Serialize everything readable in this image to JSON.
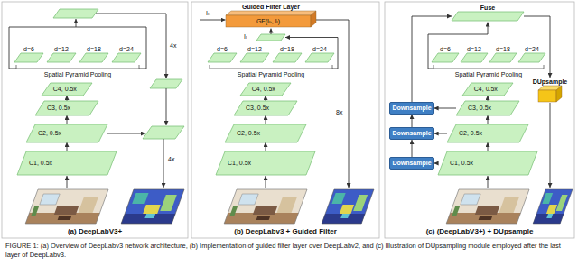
{
  "diagram": {
    "caption": "FIGURE 1: (a) Overview of DeepLabv3 network architecture, (b) Implementation of guided filter layer over DeepLabv2, and (c) Illustration of DUpsampling module employed after the last layer of DeepLabv3.",
    "nodes": [
      {
        "text": [
          "d=6"
        ]
      },
      {
        "text": [
          "d=12"
        ]
      },
      {
        "text": [
          "d=18"
        ]
      },
      {
        "text": [
          "d=24"
        ]
      },
      {
        "text": [
          "C4, 0.5x"
        ]
      },
      {
        "text": [
          "C3, 0.5x"
        ]
      },
      {
        "text": [
          "C2, 0.5x"
        ]
      },
      {
        "text": [
          "C1, 0.5x"
        ]
      },
      {
        "text": [
          "Guided Filter Layer",
          "GF(Iₕ, Iₗ)"
        ]
      },
      {
        "text": [
          "d=6"
        ]
      },
      {
        "text": [
          "d=12"
        ]
      },
      {
        "text": [
          "d=18"
        ]
      },
      {
        "text": [
          "d=24"
        ]
      },
      {
        "text": [
          "C4, 0.5x"
        ]
      },
      {
        "text": [
          "C3, 0.5x"
        ]
      },
      {
        "text": [
          "C2, 0.5x"
        ]
      },
      {
        "text": [
          "C1, 0.5x"
        ]
      },
      {
        "text": [
          "Fuse"
        ]
      },
      {
        "text": [
          "d=6"
        ]
      },
      {
        "text": [
          "d=12"
        ]
      },
      {
        "text": [
          "d=18"
        ]
      },
      {
        "text": [
          "d=24"
        ]
      },
      {
        "text": [
          "DUpsample"
        ]
      },
      {
        "text": [
          "C4, 0.5x"
        ]
      },
      {
        "text": [
          "Downsample"
        ]
      },
      {
        "text": [
          "C3, 0.5x"
        ]
      },
      {
        "text": [
          "Downsample"
        ]
      },
      {
        "text": [
          "C2, 0.5x"
        ]
      },
      {
        "text": [
          "Downsample"
        ]
      },
      {
        "text": [
          "C1, 0.5x"
        ]
      }
    ],
    "edges": [
      {
        "from": 7,
        "to": 6,
        "arrow": "to"
      },
      {
        "from": 6,
        "to": 5,
        "arrow": "to"
      },
      {
        "from": 5,
        "to": 4,
        "arrow": "to"
      },
      {
        "from": 16,
        "to": 15,
        "arrow": "to"
      },
      {
        "from": 15,
        "to": 14,
        "arrow": "to"
      },
      {
        "from": 14,
        "to": 13,
        "arrow": "to"
      },
      {
        "from": 29,
        "to": 27,
        "arrow": "to"
      },
      {
        "from": 27,
        "to": 25,
        "arrow": "to"
      },
      {
        "from": 25,
        "to": 23,
        "arrow": "to"
      },
      {
        "from": 25,
        "to": 24,
        "arrow": "to"
      },
      {
        "from": 27,
        "to": 26,
        "arrow": "to"
      },
      {
        "from": 29,
        "to": 28,
        "arrow": "to"
      },
      {
        "from": 28,
        "to": 26,
        "arrow": "to"
      },
      {
        "from": 26,
        "to": 24,
        "arrow": "to"
      },
      {
        "from": 24,
        "to": 17,
        "arrow": "to"
      },
      {
        "from": 17,
        "to": 22,
        "arrow": "to"
      }
    ],
    "labels": [
      "Spatial Pyramid Pooling",
      "4x",
      "4x",
      "(a) DeepLabV3+",
      "Iₕ",
      "Iₗ",
      "Spatial Pyramid Pooling",
      "8x",
      "(b) DeepLabv3 + Guided Filter",
      "Spatial Pyramid Pooling",
      "(c) (DeepLabV3+) + DUpsample"
    ]
  }
}
